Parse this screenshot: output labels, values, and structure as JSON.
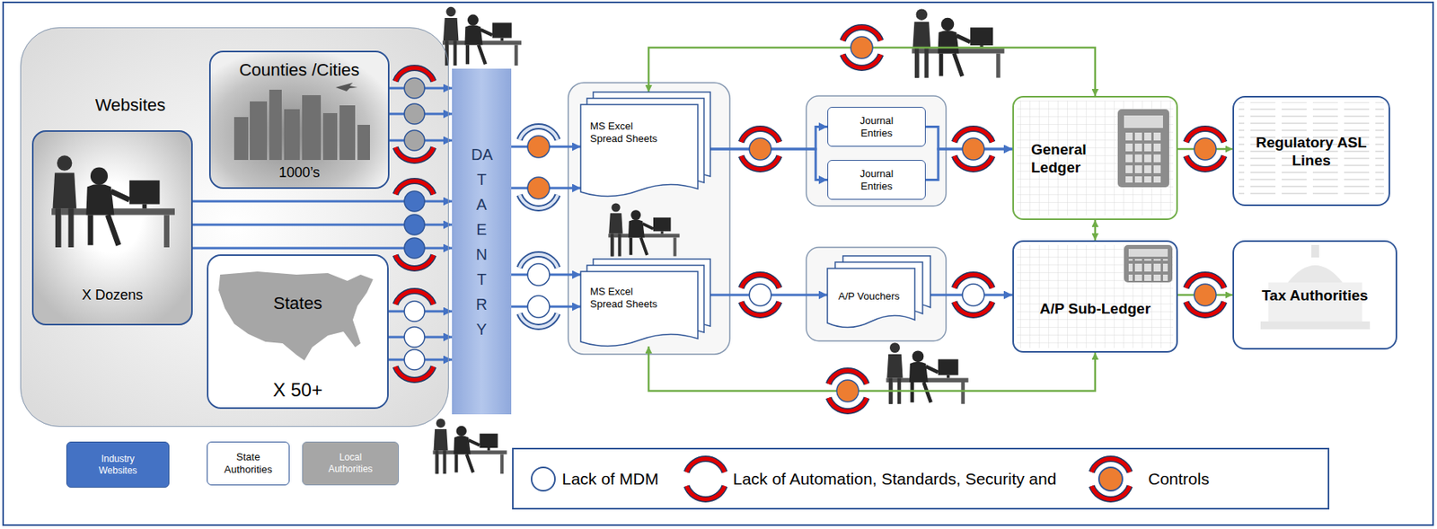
{
  "diagram": {
    "nodes": [
      {
        "text": [
          "Websites"
        ]
      },
      {
        "text": [
          "Counties /Cities",
          "1000’s"
        ],
        "in": 0
      },
      {
        "text": [
          "X Dozens"
        ],
        "in": 0
      },
      {
        "text": [
          "States",
          "X 50+"
        ],
        "in": 0
      },
      {
        "text": [
          "DA T A E N T R Y"
        ]
      },
      {
        "text": [
          "MS Excel Spread Sheets"
        ]
      },
      {
        "text": [
          "MS Excel Spread Sheets"
        ]
      },
      {
        "text": [
          "Journal Entries"
        ]
      },
      {
        "text": [
          "Journal Entries"
        ]
      },
      {
        "text": [
          "A/P Vouchers"
        ]
      },
      {
        "text": [
          "General Ledger"
        ]
      },
      {
        "text": [
          "A/P Sub-Ledger"
        ]
      },
      {
        "text": [
          "Regulatory ASL Lines"
        ]
      },
      {
        "text": [
          "Tax Authorities"
        ]
      }
    ],
    "edges": [
      {
        "from": 1,
        "to": 4,
        "arrow": "to"
      },
      {
        "from": 1,
        "to": 4,
        "arrow": "to"
      },
      {
        "from": 1,
        "to": 4,
        "arrow": "to"
      },
      {
        "from": 2,
        "to": 4,
        "arrow": "to"
      },
      {
        "from": 2,
        "to": 4,
        "arrow": "to"
      },
      {
        "from": 2,
        "to": 4,
        "arrow": "to"
      },
      {
        "from": 3,
        "to": 4,
        "arrow": "to"
      },
      {
        "from": 3,
        "to": 4,
        "arrow": "to"
      },
      {
        "from": 3,
        "to": 4,
        "arrow": "to"
      },
      {
        "from": 4,
        "to": 5,
        "arrow": "to"
      },
      {
        "from": 4,
        "to": 5,
        "arrow": "to"
      },
      {
        "from": 4,
        "to": 6,
        "arrow": "to"
      },
      {
        "from": 4,
        "to": 6,
        "arrow": "to"
      },
      {
        "from": 5,
        "to": 7,
        "arrow": "to"
      },
      {
        "from": 5,
        "to": 8,
        "arrow": "to"
      },
      {
        "from": 7,
        "to": 10,
        "arrow": "to"
      },
      {
        "from": 8,
        "to": 10,
        "arrow": "to"
      },
      {
        "from": 6,
        "to": 9,
        "arrow": "to"
      },
      {
        "from": 9,
        "to": 11,
        "arrow": "to"
      },
      {
        "from": 10,
        "to": 12,
        "arrow": "to"
      },
      {
        "from": 11,
        "to": 13,
        "arrow": "to"
      },
      {
        "from": 10,
        "to": 11,
        "arrow": "both"
      },
      {
        "from": 5,
        "to": 10,
        "arrow": "both"
      },
      {
        "from": 6,
        "to": 11,
        "arrow": "both"
      }
    ],
    "legend": [
      {
        "text": "Industry Websites",
        "color": "#4472C4"
      },
      {
        "text": "State Authorities",
        "color": "#FFFFFF"
      },
      {
        "text": "Local Authorities",
        "color": "#A6A6A6"
      },
      {
        "text": "Lack of MDM"
      },
      {
        "text": "Lack of Automation, Standards, Security and"
      },
      {
        "text": "Controls"
      }
    ]
  }
}
